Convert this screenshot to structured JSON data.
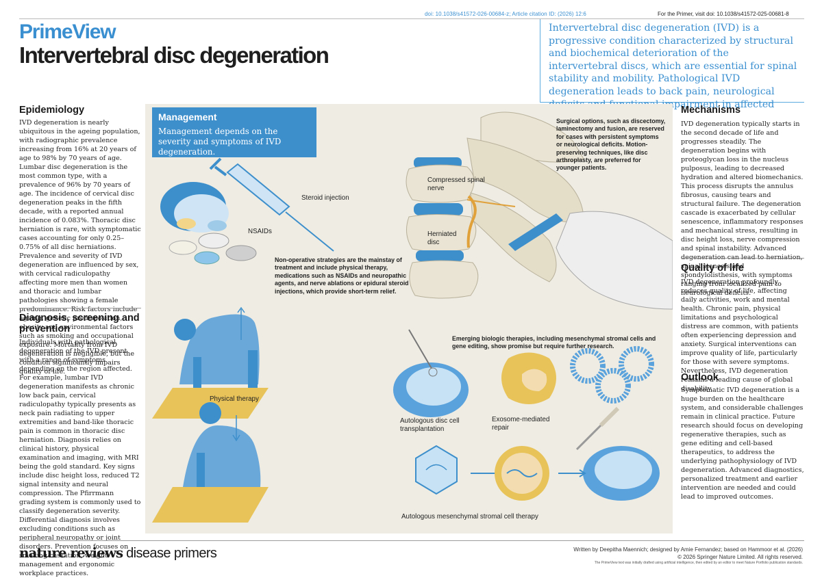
{
  "header": {
    "doi": "doi: 10.1038/s41572-026-00684-z; Article citation ID:        (2026) 12:6",
    "primer_link": "For the Primer, visit doi: 10.1038/s41572-025-00681-8",
    "brand": "PrimeView",
    "title": "Intervertebral disc degeneration",
    "summary": "Intervertebral disc degeneration (IVD) is a progressive condition characterized by structural and biochemical deterioration of the intervertebral discs, which are essential for spinal stability and mobility. Pathological IVD degeneration leads to back pain, neurological deficits and functional impairment in affected individuals."
  },
  "epidemiology": {
    "title": "Epidemiology",
    "text": "IVD degeneration is nearly ubiquitous in the ageing population, with radiographic prevalence increasing from 16% at 20 years of age to 98% by 70 years of age. Lumbar disc degeneration is the most common type, with a prevalence of 96% by 70 years of age. The incidence of cervical disc degeneration peaks in the fifth decade, with a reported annual incidence of 0.083%. Thoracic disc herniation is rare, with symptomatic cases accounting for only 0.25–0.75% of all disc herniations. Prevalence and severity of IVD degeneration are influenced by sex, with cervical radiculopathy affecting more men than women and thoracic and lumbar pathologies showing a female predominance. Risk factors include ageing, genetic predisposition, obesity and environmental factors such as smoking and occupational exposure. Mortality from IVD degeneration is negligible, but the condition significantly impairs quality of life."
  },
  "diagnosis": {
    "title": "Diagnosis, screening and prevention",
    "text": "Individuals with pathological degeneration of the IVD present with a range of symptoms depending on the region affected. For example, lumbar IVD degeneration manifests as chronic low back pain, cervical radiculopathy typically presents as neck pain radiating to upper extremities and band-like thoracic pain is common in thoracic disc herniation. Diagnosis relies on clinical history, physical examination and imaging, with MRI being the gold standard. Key signs include disc height loss, reduced T2 signal intensity and neural compression. The Pfirrmann grading system is commonly used to classify degeneration severity. Differential diagnosis involves excluding conditions such as peripheral neuropathy or joint disorders. Prevention focuses on smoking cessation, weight management and ergonomic workplace practices."
  },
  "management": {
    "title": "Management",
    "description": "Management depends on the severity and symptoms of IVD degeneration.",
    "surgical": "Surgical options, such as discectomy, laminectomy and fusion, are reserved for cases with persistent symptoms or neurological deficits. Motion-preserving techniques, like disc arthroplasty, are preferred for younger patients.",
    "non_operative": "Non-operative strategies are the mainstay of treatment and include physical therapy, medications such as NSAIDs and neuropathic agents, and nerve ablations or epidural steroid injections, which provide short-term relief.",
    "biologic": "Emerging biologic therapies, including mesenchymal stromal cells and gene editing, show promise but require further research.",
    "labels": {
      "steroid_injection": "Steroid injection",
      "nsaids": "NSAIDs",
      "compressed_nerve": "Compressed spinal nerve",
      "herniated_disc": "Herniated disc",
      "physical_therapy": "Physical therapy",
      "disc_transplant": "Autologous disc cell transplantation",
      "exosome": "Exosome-mediated repair",
      "msc_therapy": "Autologous mesenchymal stromal cell therapy"
    }
  },
  "mechanisms": {
    "title": "Mechanisms",
    "text": "IVD degeneration typically starts in the second decade of life and progresses steadily. The degeneration begins with proteoglycan loss in the nucleus pulposus, leading to decreased hydration and altered biomechanics. This process disrupts the annulus fibrosus, causing tears and structural failure. The degeneration cascade is exacerbated by cellular senescence, inflammatory responses and mechanical stress, resulting in disc height loss, nerve compression and spinal instability. Advanced degeneration can lead to herniation, spinal stenosis and spondylolisthesis, with symptoms ranging from localized pain to neurological deficits."
  },
  "quality_of_life": {
    "title": "Quality of life",
    "text": "IVD degeneration profoundly reduces quality of life, affecting daily activities, work and mental health. Chronic pain, physical limitations and psychological distress are common, with patients often experiencing depression and anxiety. Surgical interventions can improve quality of life, particularly for those with severe symptoms. Nevertheless, IVD degeneration remains a leading cause of global disability."
  },
  "outlook": {
    "title": "Outlook",
    "text": "Symptomatic IVD degeneration is a huge burden on the healthcare system, and considerable challenges remain in clinical practice. Future research should focus on developing regenerative therapies, such as gene editing and cell-based therapeutics, to address the underlying pathophysiology of IVD degeneration. Advanced diagnostics, personalized treatment and earlier intervention are needed and could lead to improved outcomes."
  },
  "footer": {
    "logo_bold": "nature reviews",
    "logo_light": " disease primers",
    "credit": "Written by Deepitha Maennich; designed by Amie Fernandez; based on Hammoor et al. (2026)",
    "copyright": "© 2026 Springer Nature Limited. All rights reserved.",
    "ai_note": "The PrimeView text was initially drafted using artificial intelligence, then edited by an editor to meet Nature Portfolio publication standards."
  },
  "colors": {
    "accent_blue": "#3a8fd0",
    "panel_bg": "#eeece3",
    "figure_blue": "#4a92d0",
    "disc_light": "#c7e2f4",
    "mat_yellow": "#e8c35a",
    "bone": "#e9e4d3"
  }
}
